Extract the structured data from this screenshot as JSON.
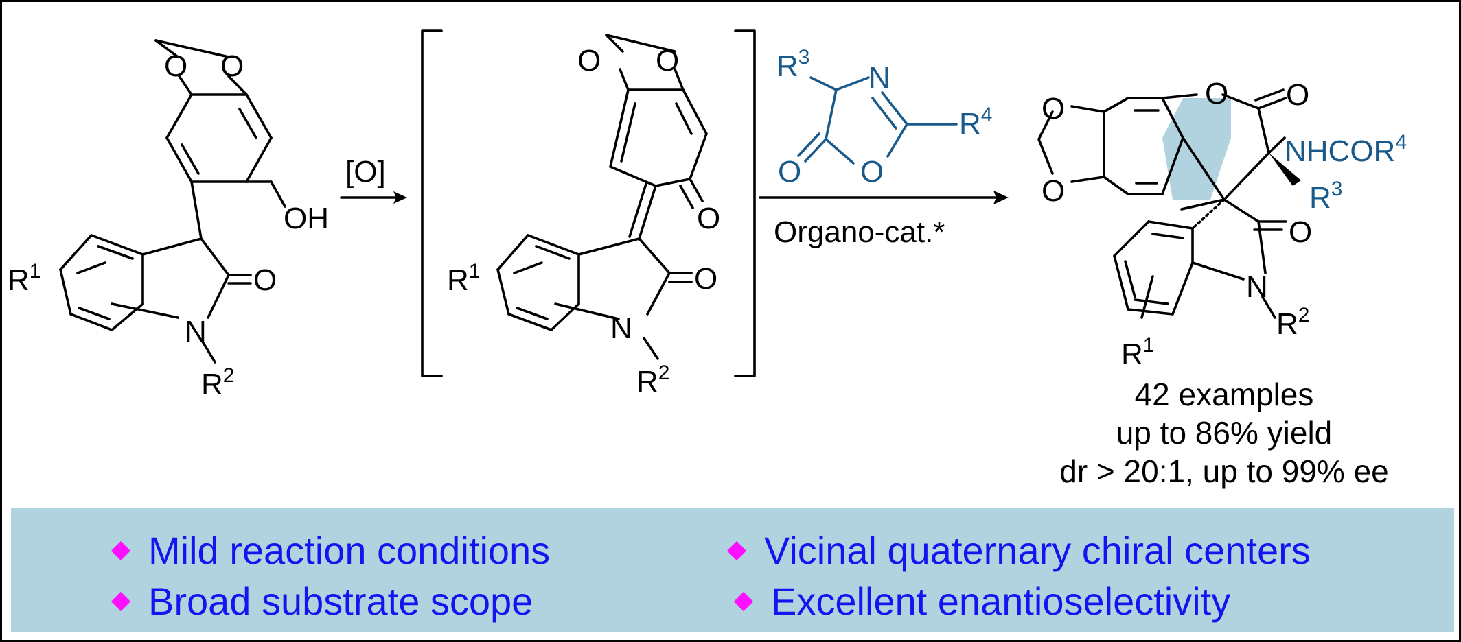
{
  "scheme": {
    "oxidant_label": "[O]",
    "catalyst_label": "Organo-cat.*",
    "atoms": {
      "O": "O",
      "N": "N",
      "OH": "OH",
      "R": "R",
      "R1_sup": "1",
      "R2_sup": "2",
      "R3_sup": "3",
      "R4_sup": "4",
      "NHCOR": "NHCOR"
    },
    "results": [
      "42 examples",
      "up to 86% yield",
      "dr > 20:1, up to 99% ee"
    ]
  },
  "features": [
    "Mild reaction conditions",
    "Broad substrate scope",
    "Vicinal quaternary chiral centers",
    "Excellent enantioselectivity"
  ],
  "colors": {
    "reagent_blue": "#1a5a8a",
    "feature_text": "#1414f0",
    "bullet_magenta": "#ff10ff",
    "panel_background": "#b0d3df",
    "ring_highlight": "#b0d3df"
  }
}
